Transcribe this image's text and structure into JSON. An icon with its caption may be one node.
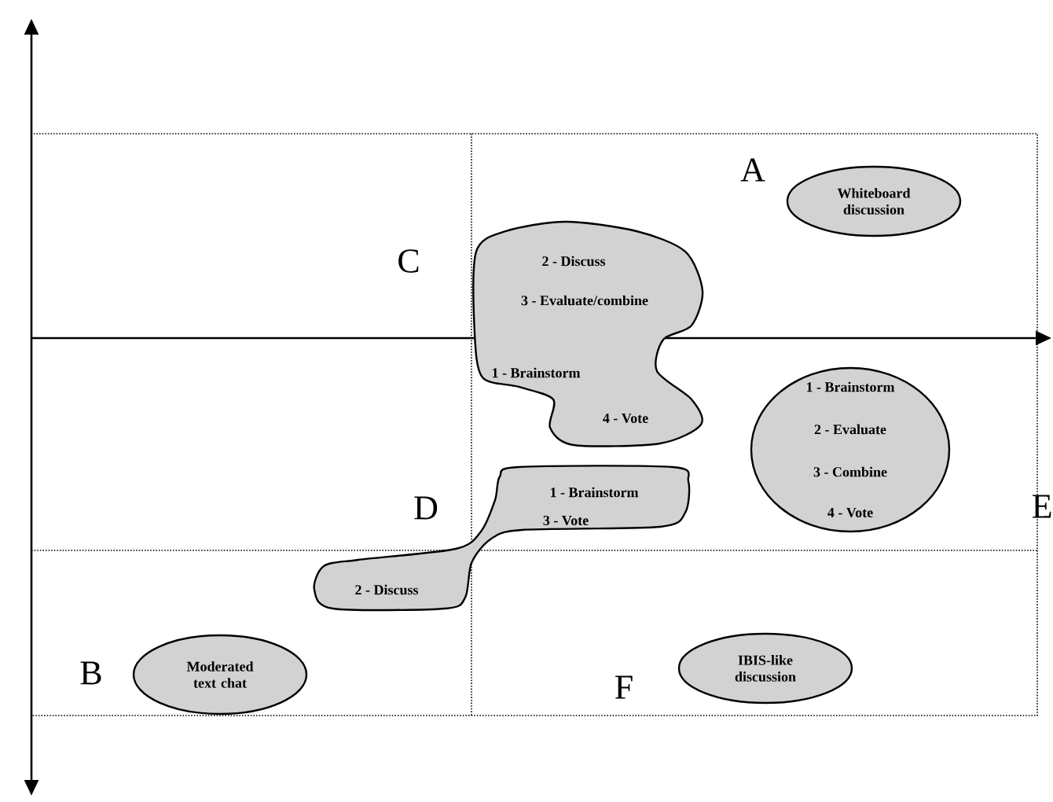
{
  "diagram": {
    "nodes": [
      {
        "text": [
          "Whiteboard discussion"
        ]
      },
      {
        "text": [
          "2 - Discuss",
          "3 - Evaluate/combine",
          "1 - Brainstorm",
          "4 - Vote"
        ]
      },
      {
        "text": [
          "1 - Brainstorm",
          "2 - Evaluate",
          "3 - Combine",
          "4 - Vote"
        ]
      },
      {
        "text": [
          "1 - Brainstorm",
          "3 - Vote",
          "2 - Discuss"
        ]
      },
      {
        "text": [
          "Moderated text chat"
        ]
      },
      {
        "text": [
          "IBIS-like discussion"
        ]
      }
    ],
    "labels": [
      "A",
      "C",
      "D",
      "E",
      "B",
      "F"
    ]
  }
}
